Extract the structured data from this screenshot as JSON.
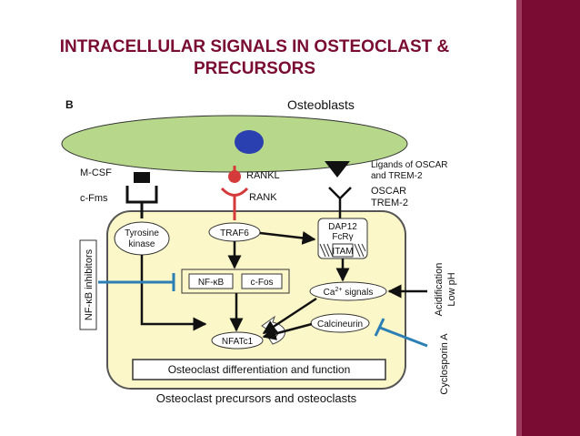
{
  "slide": {
    "title_line1": "INTRACELLULAR SIGNALS IN OSTEOCLAST &",
    "title_line2": "PRECURSORS",
    "title_color": "#7a0b32",
    "sidebar_color": "#7a0b32",
    "sidebar_stripe_color": "#9c3a5c"
  },
  "diagram": {
    "panel_label": "B",
    "osteoblasts_label": "Osteoblasts",
    "mcsf_label": "M-CSF",
    "cfms_label": "c-Fms",
    "rankl_label": "RANKL",
    "rank_label": "RANK",
    "ligands_label_1": "Ligands of OSCAR",
    "ligands_label_2": "and TREM-2",
    "oscar_label_1": "OSCAR",
    "oscar_label_2": "TREM-2",
    "tyrosine_kinase_1": "Tyrosine",
    "tyrosine_kinase_2": "kinase",
    "traf6_label": "TRAF6",
    "dap12_label": "DAP12",
    "fcry_label": "FcRγ",
    "itam_label": "ITAM",
    "nfkb_label": "NF-κB",
    "cfos_label": "c-Fos",
    "ca_label_base": "Ca",
    "ca_label_sup": "2+",
    "ca_label_rest": " signals",
    "calcineurin_label": "Calcineurin",
    "nfatc1_label": "NFATc1",
    "differentiation_label": "Osteoclast differentiation and function",
    "cell_label": "Osteoclast precursors and osteoclasts",
    "nfkb_inhibitors_label": "NF-κB inhibitors",
    "acidification_label_1": "Acidification",
    "acidification_label_2": "Low pH",
    "cyclosporin_label": "Cyclosporin A",
    "osteoblast_fill": "#b7d88a",
    "nucleus_fill": "#2a3fb0",
    "cell_fill": "#fbf7c8",
    "rankl_red": "#d43a3a",
    "inhibitor_blue": "#2b7fb5"
  }
}
